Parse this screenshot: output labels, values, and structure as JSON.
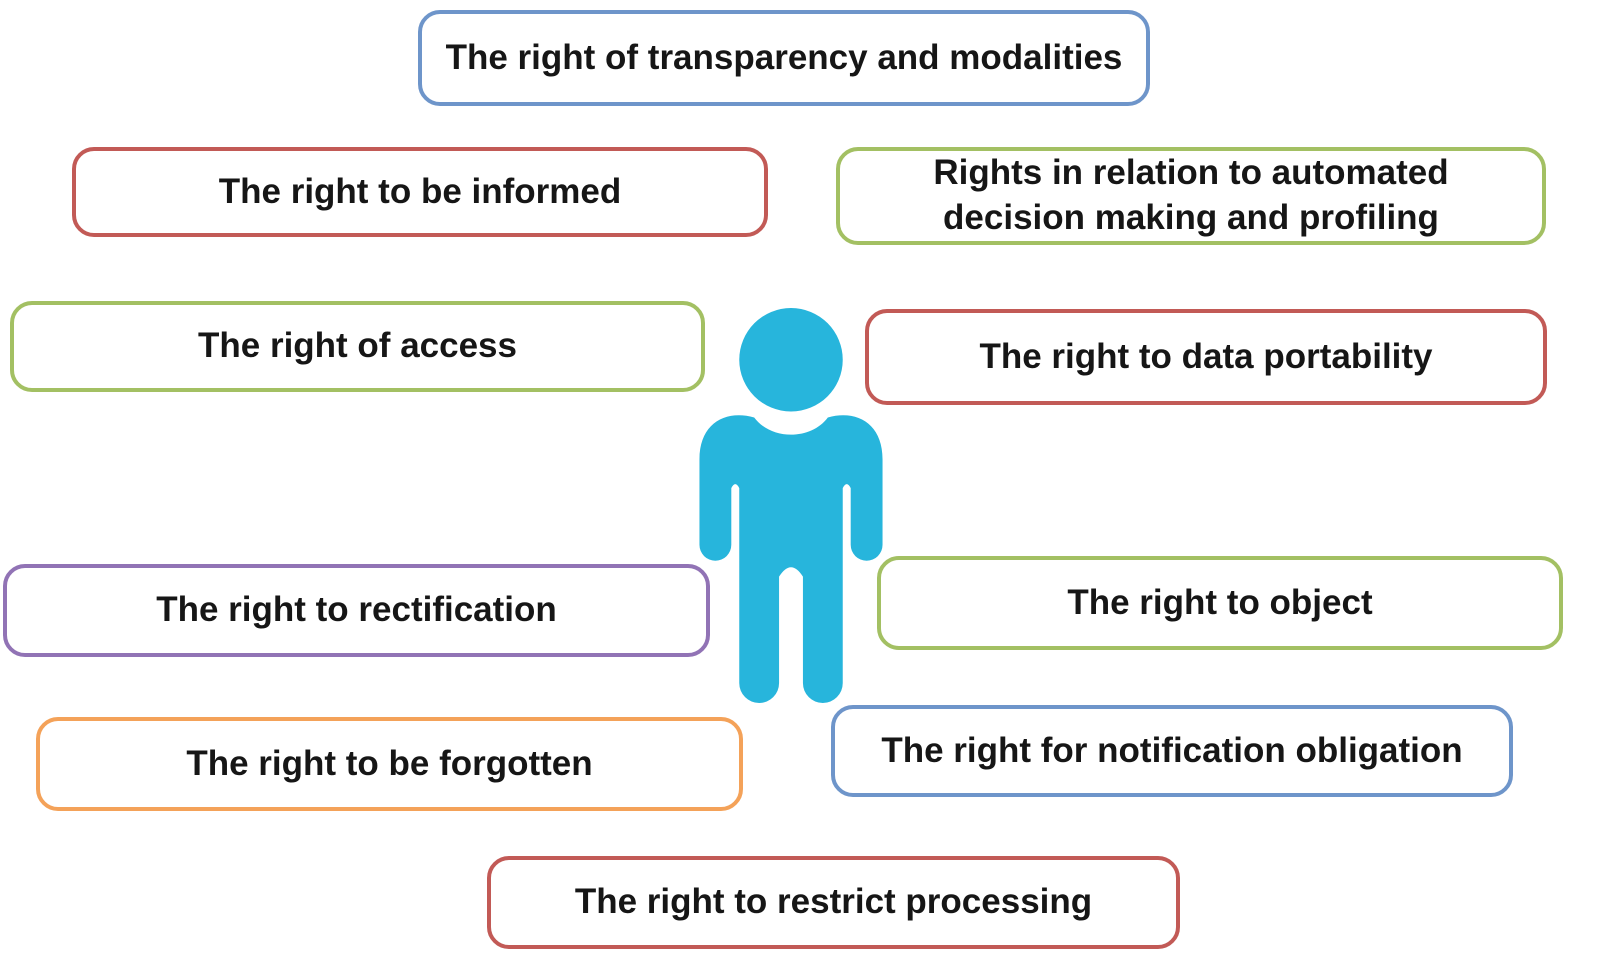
{
  "person": {
    "name": "data-subject-person",
    "color": "#27B5DC"
  },
  "rights": [
    {
      "label": "The right of transparency and modalities",
      "border_color": "#6E95CA"
    },
    {
      "label": "The right to be informed",
      "border_color": "#C25A56"
    },
    {
      "label": "Rights in relation to automated decision making and profiling",
      "border_color": "#A3C063"
    },
    {
      "label": "The right of access",
      "border_color": "#A3C063"
    },
    {
      "label": "The right to data portability",
      "border_color": "#C25A56"
    },
    {
      "label": "The right to rectification",
      "border_color": "#9173B5"
    },
    {
      "label": "The right to object",
      "border_color": "#A3C063"
    },
    {
      "label": "The right to be forgotten",
      "border_color": "#F4A259"
    },
    {
      "label": "The right for notification obligation",
      "border_color": "#6E95CA"
    },
    {
      "label": "The right to restrict processing",
      "border_color": "#C25A56"
    }
  ]
}
